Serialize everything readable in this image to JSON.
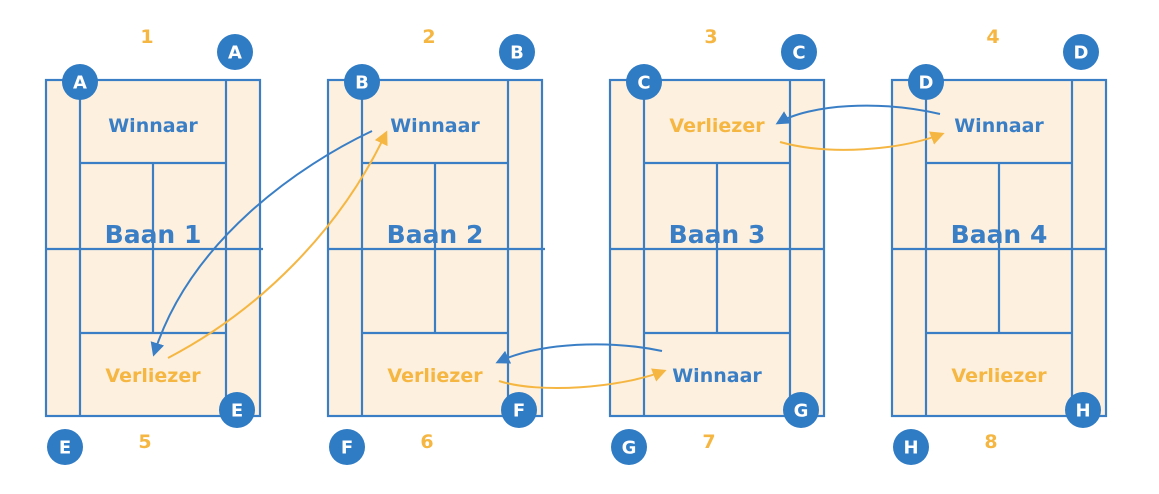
{
  "courts": [
    {
      "name": "Baan 1",
      "top_number": "1",
      "bottom_number": "5",
      "top_letter": "A",
      "bottom_letter": "E",
      "top_label": "Winnaar",
      "top_role": "win",
      "bottom_label": "Verliezer",
      "bottom_role": "lose"
    },
    {
      "name": "Baan 2",
      "top_number": "2",
      "bottom_number": "6",
      "top_letter": "B",
      "bottom_letter": "F",
      "top_label": "Winnaar",
      "top_role": "win",
      "bottom_label": "Verliezer",
      "bottom_role": "lose"
    },
    {
      "name": "Baan 3",
      "top_number": "3",
      "bottom_number": "7",
      "top_letter": "C",
      "bottom_letter": "G",
      "top_label": "Verliezer",
      "top_role": "lose",
      "bottom_label": "Winnaar",
      "bottom_role": "win"
    },
    {
      "name": "Baan 4",
      "top_number": "4",
      "bottom_number": "8",
      "top_letter": "D",
      "bottom_letter": "H",
      "top_label": "Winnaar",
      "top_role": "win",
      "bottom_label": "Verliezer",
      "bottom_role": "lose"
    }
  ],
  "moves": [
    {
      "from": "Baan 2 Winnaar",
      "to": "Baan 1 Verliezer",
      "color": "#3a7fc6"
    },
    {
      "from": "Baan 1 Verliezer",
      "to": "Baan 2 Winnaar",
      "color": "#f5b642"
    },
    {
      "from": "Baan 3 Winnaar",
      "to": "Baan 2 Verliezer",
      "color": "#3a7fc6"
    },
    {
      "from": "Baan 2 Verliezer",
      "to": "Baan 3 Winnaar",
      "color": "#f5b642"
    },
    {
      "from": "Baan 4 Winnaar",
      "to": "Baan 3 Verliezer",
      "color": "#3a7fc6"
    },
    {
      "from": "Baan 3 Verliezer",
      "to": "Baan 4 Winnaar",
      "color": "#f5b642"
    }
  ],
  "colors": {
    "line": "#3a7fc6",
    "court_fill": "#fdf0de",
    "loser": "#f5b642",
    "badge": "#2f7bc4"
  }
}
